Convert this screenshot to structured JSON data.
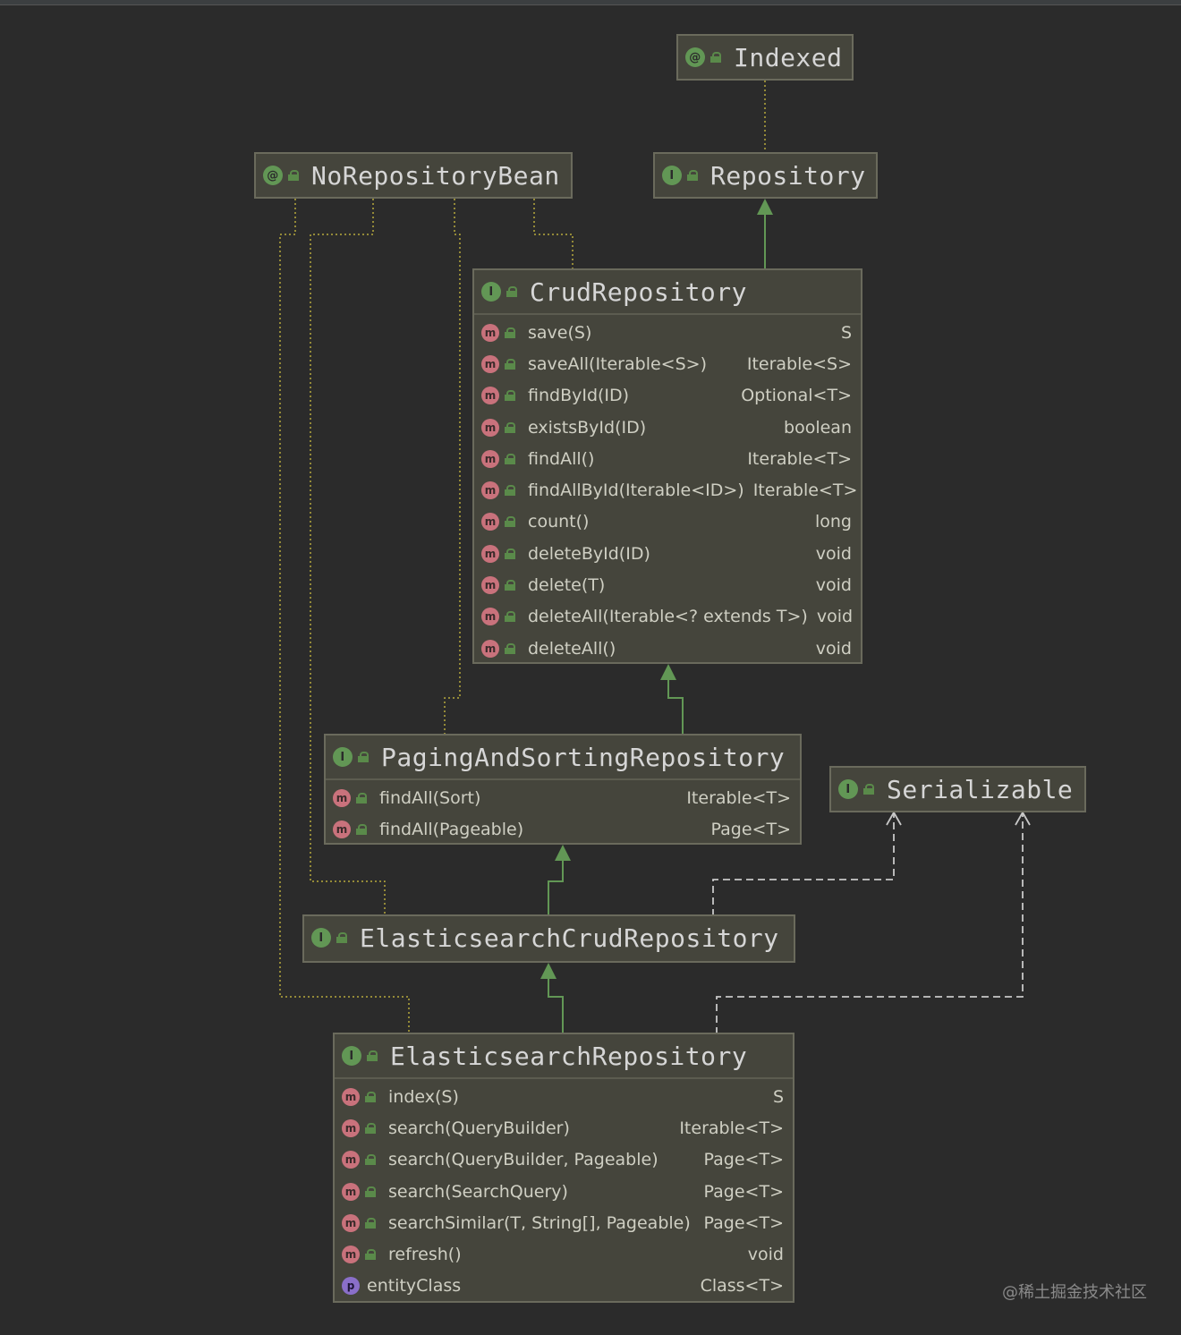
{
  "colors": {
    "background": "#2b2b2b",
    "node_fill": "#45453c",
    "node_border": "#6a6a5c",
    "extends_arrow": "#629755",
    "annotation_link": "#b8a93c",
    "implements_link": "#c8c8c8",
    "method_icon": "#c9727c",
    "property_icon": "#8a6fc9",
    "type_icon": "#629755"
  },
  "nodes": {
    "indexed": {
      "name": "Indexed",
      "kind_icon": "@"
    },
    "norepositorybean": {
      "name": "NoRepositoryBean",
      "kind_icon": "@"
    },
    "repository": {
      "name": "Repository",
      "kind_icon": "I"
    },
    "crudrepository": {
      "name": "CrudRepository",
      "kind_icon": "I",
      "members": [
        {
          "sig": "save(S)",
          "ret": "S"
        },
        {
          "sig": "saveAll(Iterable<S>)",
          "ret": "Iterable<S>"
        },
        {
          "sig": "findById(ID)",
          "ret": "Optional<T>"
        },
        {
          "sig": "existsById(ID)",
          "ret": "boolean"
        },
        {
          "sig": "findAll()",
          "ret": "Iterable<T>"
        },
        {
          "sig": "findAllById(Iterable<ID>)",
          "ret": "Iterable<T>"
        },
        {
          "sig": "count()",
          "ret": "long"
        },
        {
          "sig": "deleteById(ID)",
          "ret": "void"
        },
        {
          "sig": "delete(T)",
          "ret": "void"
        },
        {
          "sig": "deleteAll(Iterable<? extends T>)",
          "ret": "void"
        },
        {
          "sig": "deleteAll()",
          "ret": "void"
        }
      ]
    },
    "pagingandsorting": {
      "name": "PagingAndSortingRepository",
      "kind_icon": "I",
      "members": [
        {
          "sig": "findAll(Sort)",
          "ret": "Iterable<T>"
        },
        {
          "sig": "findAll(Pageable)",
          "ret": "Page<T>"
        }
      ]
    },
    "serializable": {
      "name": "Serializable",
      "kind_icon": "I"
    },
    "escrud": {
      "name": "ElasticsearchCrudRepository",
      "kind_icon": "I"
    },
    "esrepo": {
      "name": "ElasticsearchRepository",
      "kind_icon": "I",
      "members": [
        {
          "sig": "index(S)",
          "ret": "S"
        },
        {
          "sig": "search(QueryBuilder)",
          "ret": "Iterable<T>"
        },
        {
          "sig": "search(QueryBuilder, Pageable)",
          "ret": "Page<T>"
        },
        {
          "sig": "search(SearchQuery)",
          "ret": "Page<T>"
        },
        {
          "sig": "searchSimilar(T, String[], Pageable)",
          "ret": "Page<T>"
        },
        {
          "sig": "refresh()",
          "ret": "void"
        },
        {
          "sig": "entityClass",
          "ret": "Class<T>",
          "kind": "property"
        }
      ]
    }
  },
  "watermark": "@稀土掘金技术社区"
}
